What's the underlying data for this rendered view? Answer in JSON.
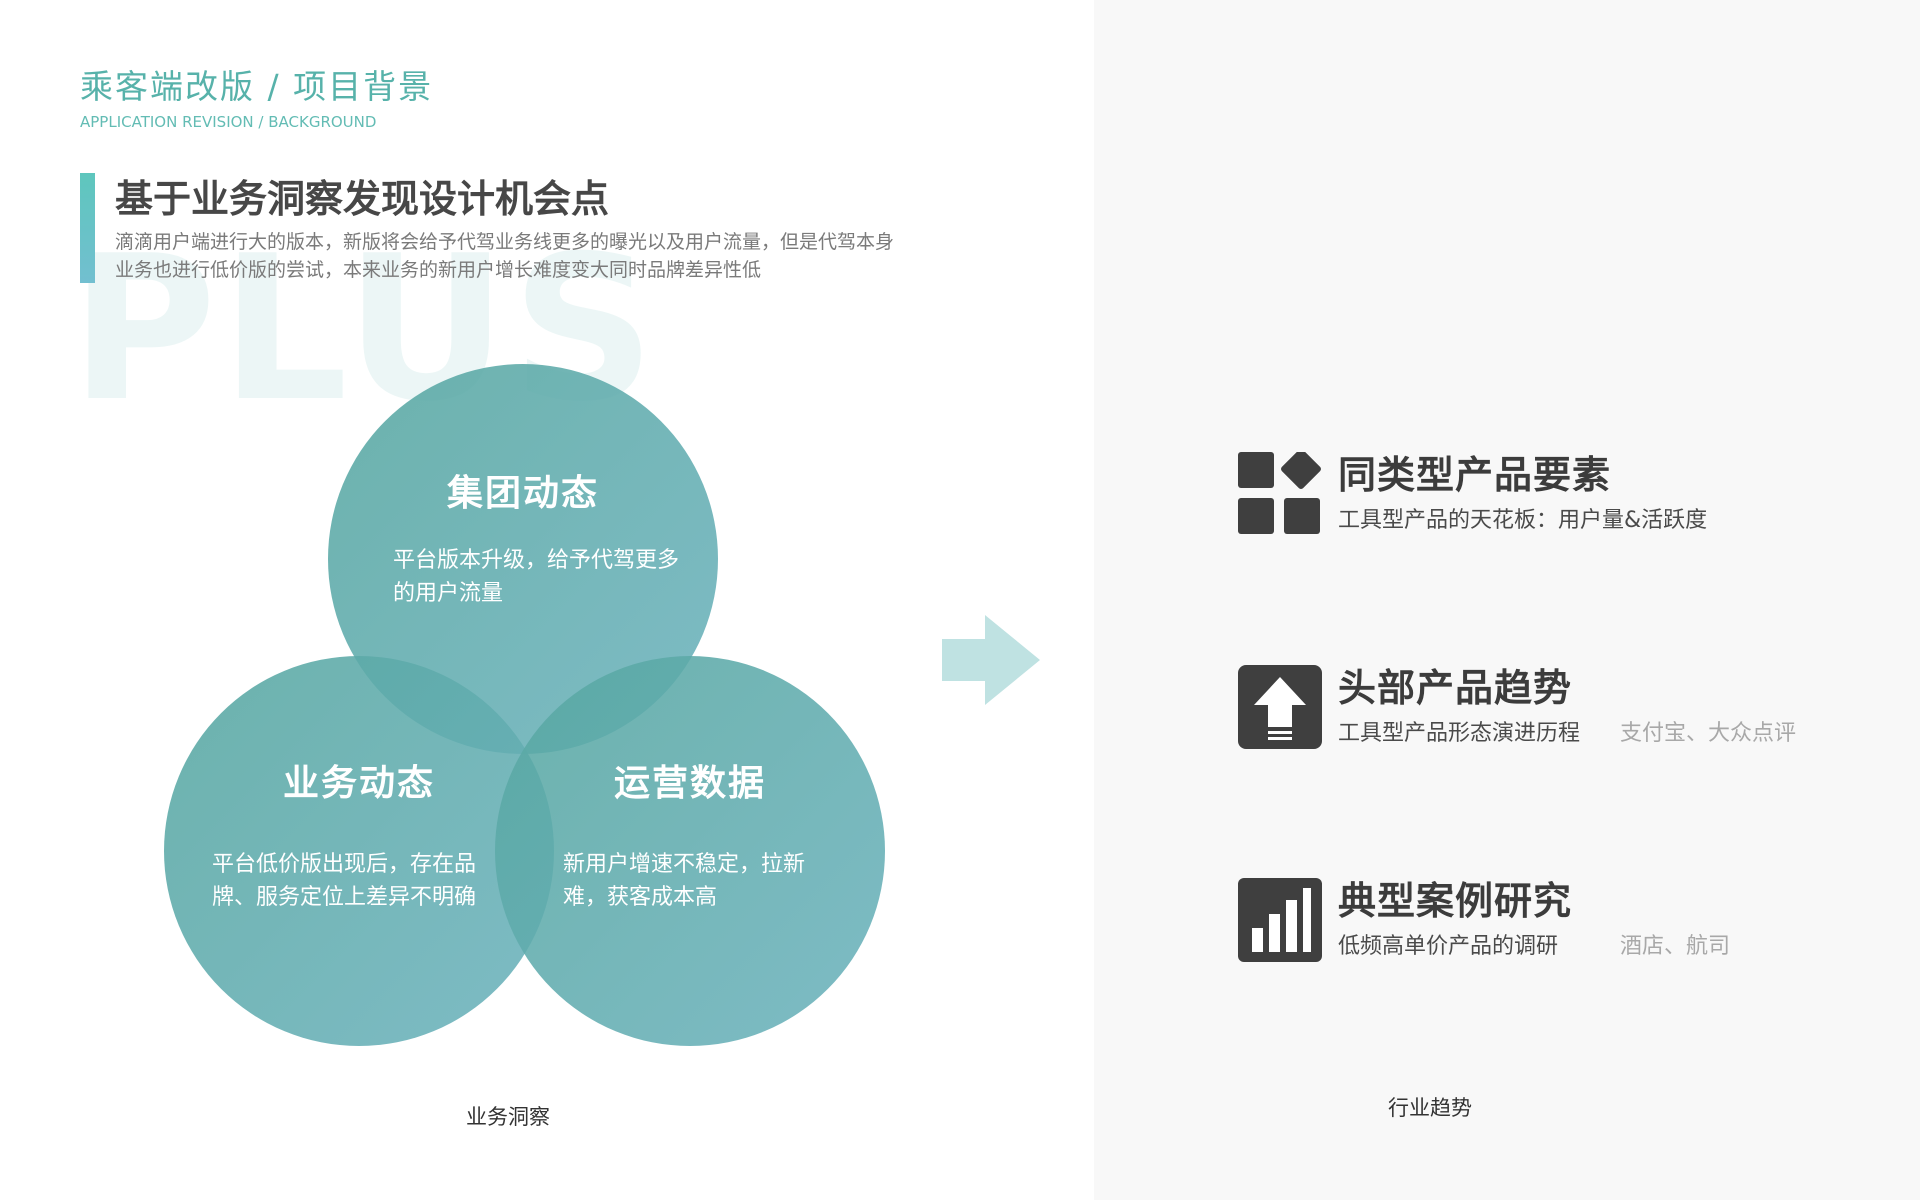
{
  "header": {
    "title": "乘客端改版 / 项目背景",
    "subtitle": "APPLICATION REVISION / BACKGROUND"
  },
  "insight": {
    "heading": "基于业务洞察发现设计机会点",
    "description": "滴滴用户端进行大的版本，新版将会给予代驾业务线更多的曝光以及用户流量，但是代驾本身业务也进行低价版的尝试，本来业务的新用户增长难度变大同时品牌差异性低",
    "watermark": "PLUS"
  },
  "venn": [
    {
      "title": "集团动态",
      "desc": "平台版本升级，给予代驾更多的用户流量"
    },
    {
      "title": "业务动态",
      "desc": "平台低价版出现后，存在品牌、服务定位上差异不明确"
    },
    {
      "title": "运营数据",
      "desc": "新用户增速不稳定，拉新难，获客成本高"
    }
  ],
  "trends": [
    {
      "icon": "grid-blocks-icon",
      "title": "同类型产品要素",
      "desc": "工具型产品的天花板：用户量&活跃度",
      "note": ""
    },
    {
      "icon": "upload-arrow-icon",
      "title": "头部产品趋势",
      "desc": "工具型产品形态演进历程",
      "note": "支付宝、大众点评"
    },
    {
      "icon": "bar-chart-icon",
      "title": "典型案例研究",
      "desc": "低频高单价产品的调研",
      "note": "酒店、航司"
    }
  ],
  "captions": {
    "left": "业务洞察",
    "right": "行业趋势"
  },
  "colors": {
    "accent": "#57b2aa",
    "circle": "#5fa9aa",
    "arrow": "#bfe2e2",
    "icon": "#3f3f3f"
  }
}
